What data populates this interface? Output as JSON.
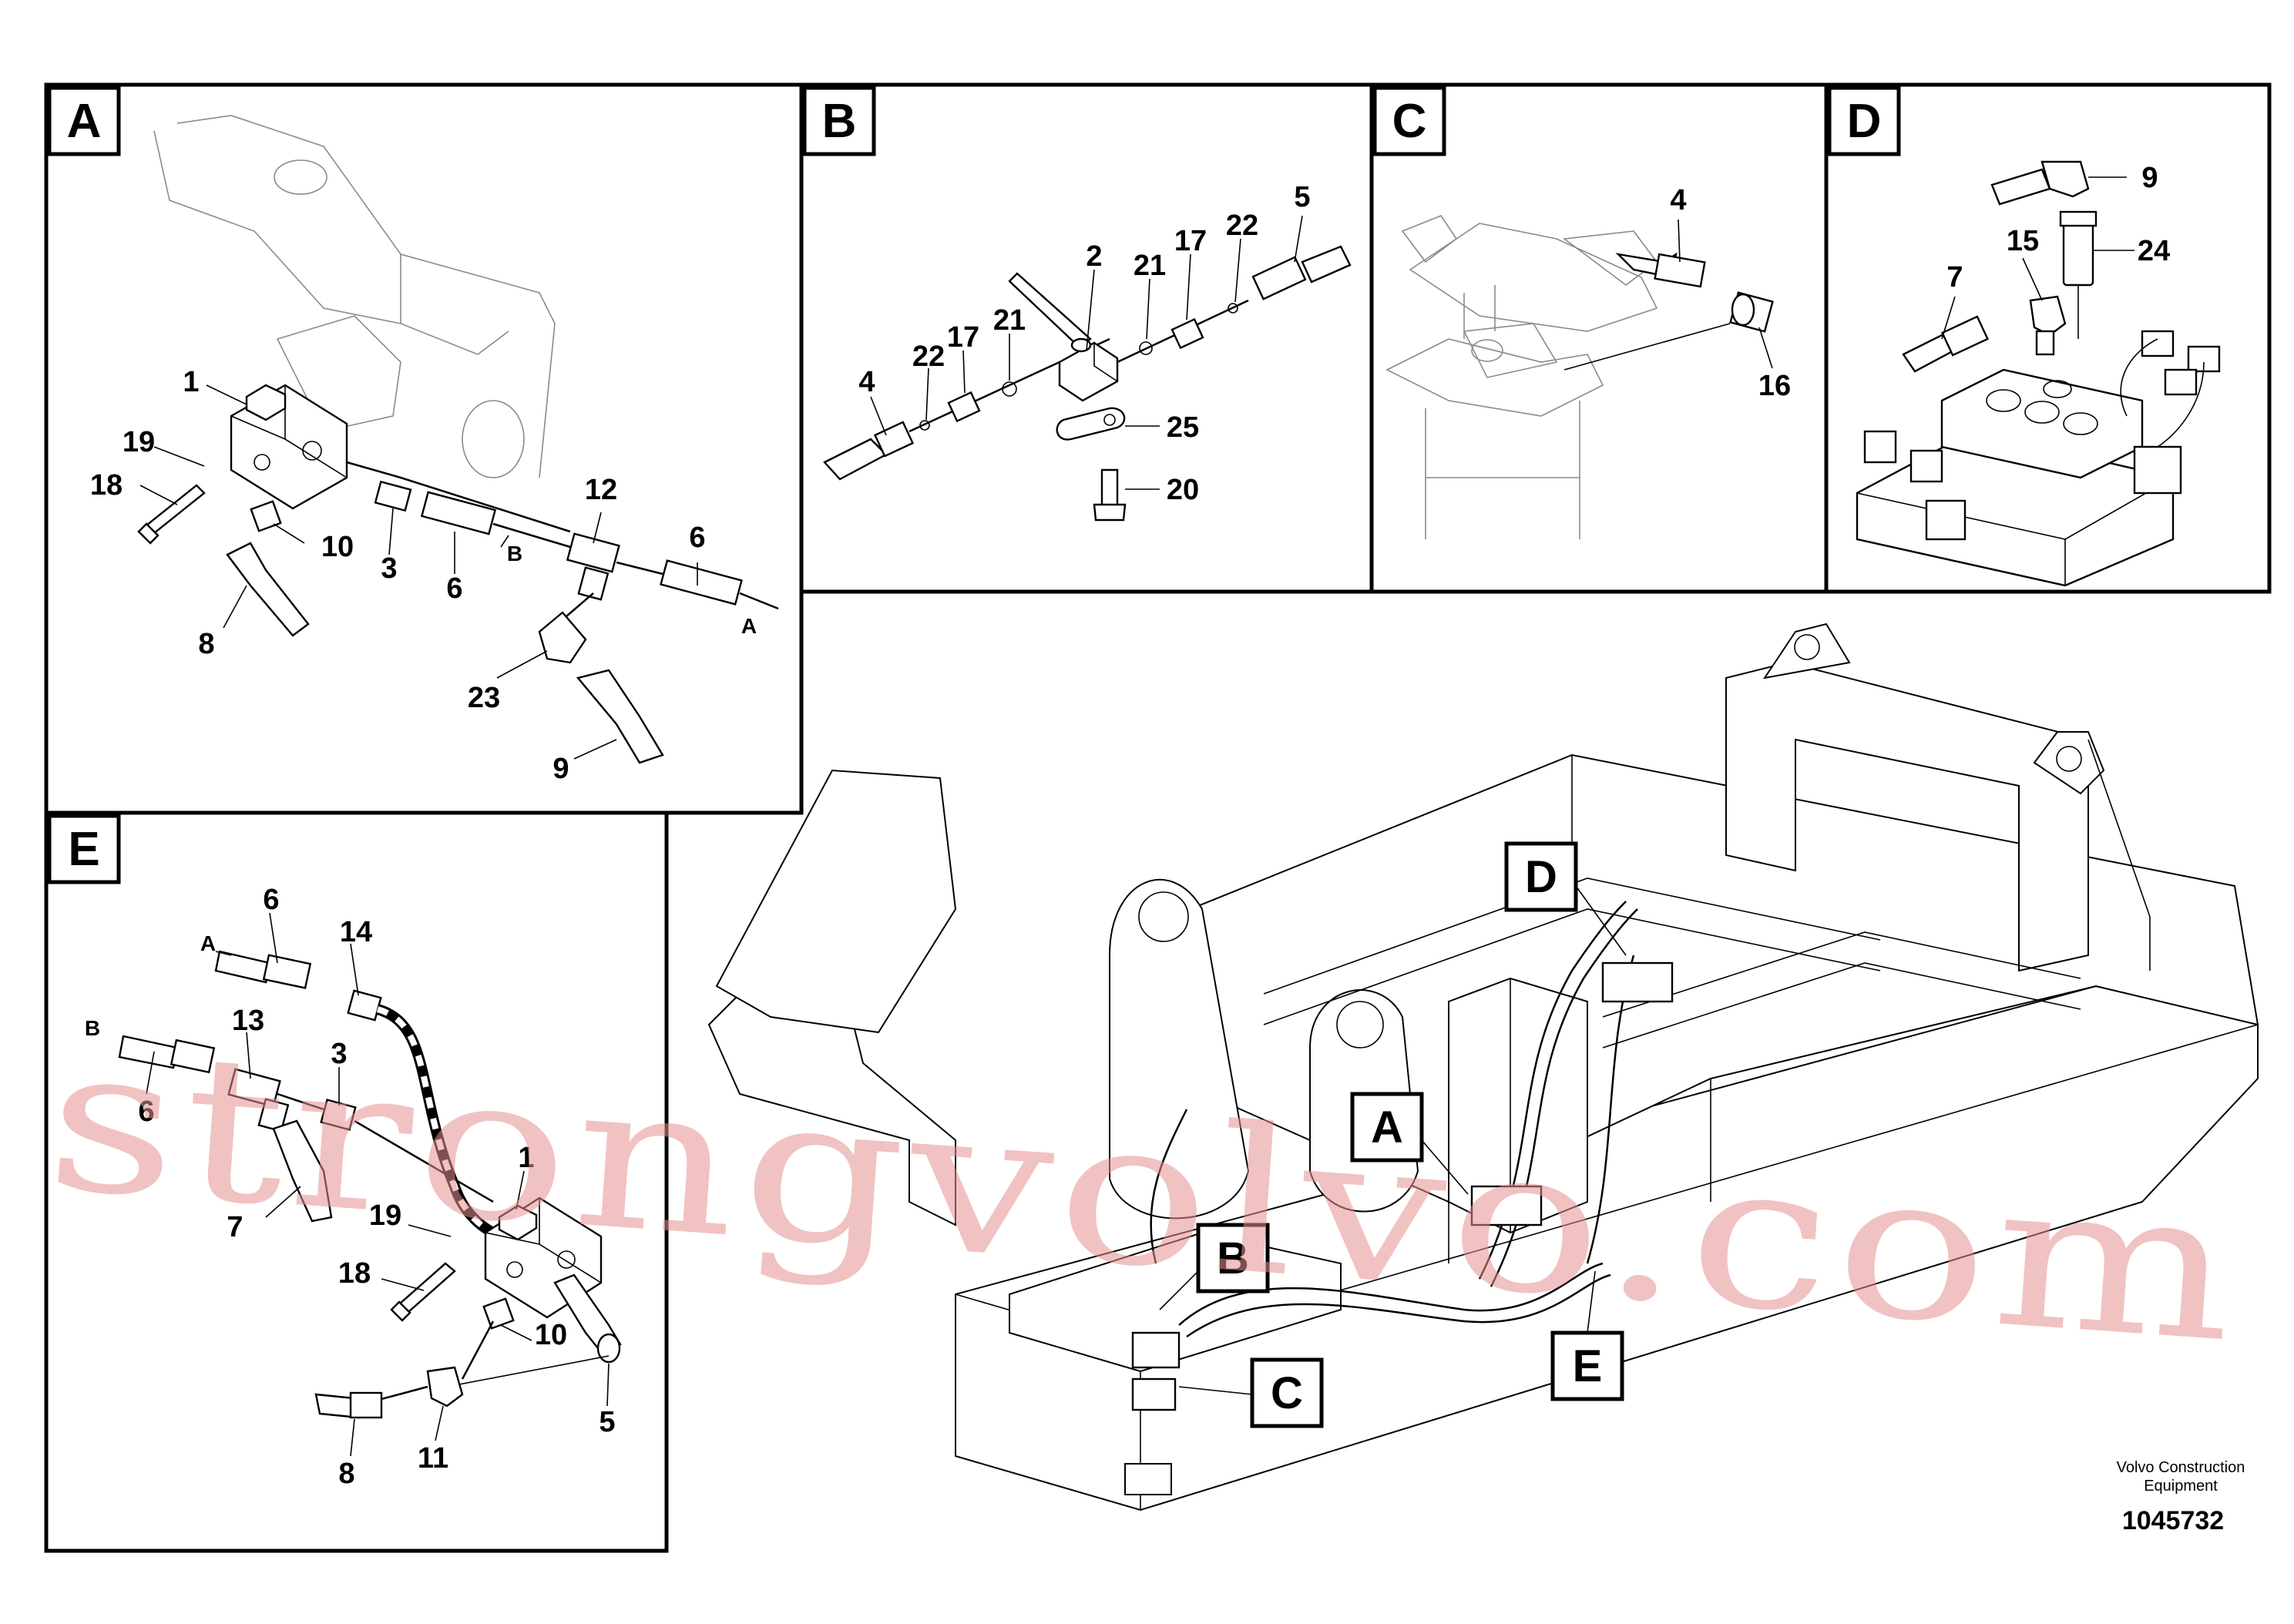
{
  "panels": {
    "A": {
      "label": "A",
      "callouts": [
        "1",
        "19",
        "18",
        "10",
        "3",
        "6",
        "8",
        "12",
        "6",
        "23",
        "9"
      ],
      "port_labels": [
        "B",
        "A"
      ]
    },
    "B": {
      "label": "B",
      "callouts": [
        "2",
        "21",
        "17",
        "22",
        "5",
        "4",
        "22",
        "17",
        "21",
        "25",
        "20"
      ]
    },
    "C": {
      "label": "C",
      "callouts": [
        "4",
        "16"
      ]
    },
    "D": {
      "label": "D",
      "callouts": [
        "9",
        "15",
        "24",
        "7"
      ]
    },
    "E": {
      "label": "E",
      "callouts": [
        "6",
        "14",
        "13",
        "3",
        "6",
        "1",
        "7",
        "19",
        "18",
        "10",
        "5",
        "11",
        "8"
      ],
      "port_labels": [
        "A",
        "B"
      ]
    }
  },
  "main_view": {
    "detail_markers": [
      "D",
      "A",
      "B",
      "C",
      "E"
    ]
  },
  "footer": {
    "credit_line1": "Volvo Construction",
    "credit_line2": "Equipment",
    "part_number": "1045732"
  },
  "watermark": "strongvolvo.com"
}
